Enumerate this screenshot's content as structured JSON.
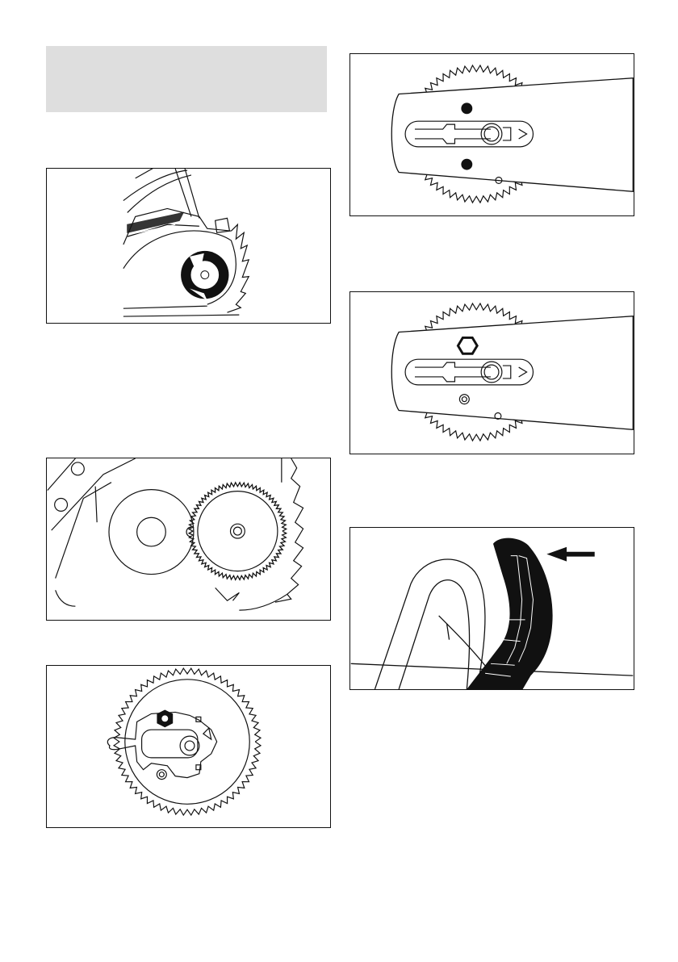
{
  "page": {
    "header_box_text": "",
    "footer_text": ""
  },
  "figures": [
    {
      "id": "fig-sprocket-cover-side",
      "icon": "chain-brake-cover-icon"
    },
    {
      "id": "fig-clutch-drum-sprocket",
      "icon": "clutch-drum-sprocket-icon"
    },
    {
      "id": "fig-sprocket-nut",
      "icon": "sprocket-nut-icon"
    },
    {
      "id": "fig-guide-bar-pins",
      "icon": "guide-bar-pins-icon"
    },
    {
      "id": "fig-guide-bar-nut",
      "icon": "guide-bar-nut-icon"
    },
    {
      "id": "fig-chain-brake-handle",
      "icon": "chain-brake-handle-icon"
    }
  ],
  "colors": {
    "line": "#111111",
    "header_box": "#dedede",
    "paper": "#ffffff"
  }
}
